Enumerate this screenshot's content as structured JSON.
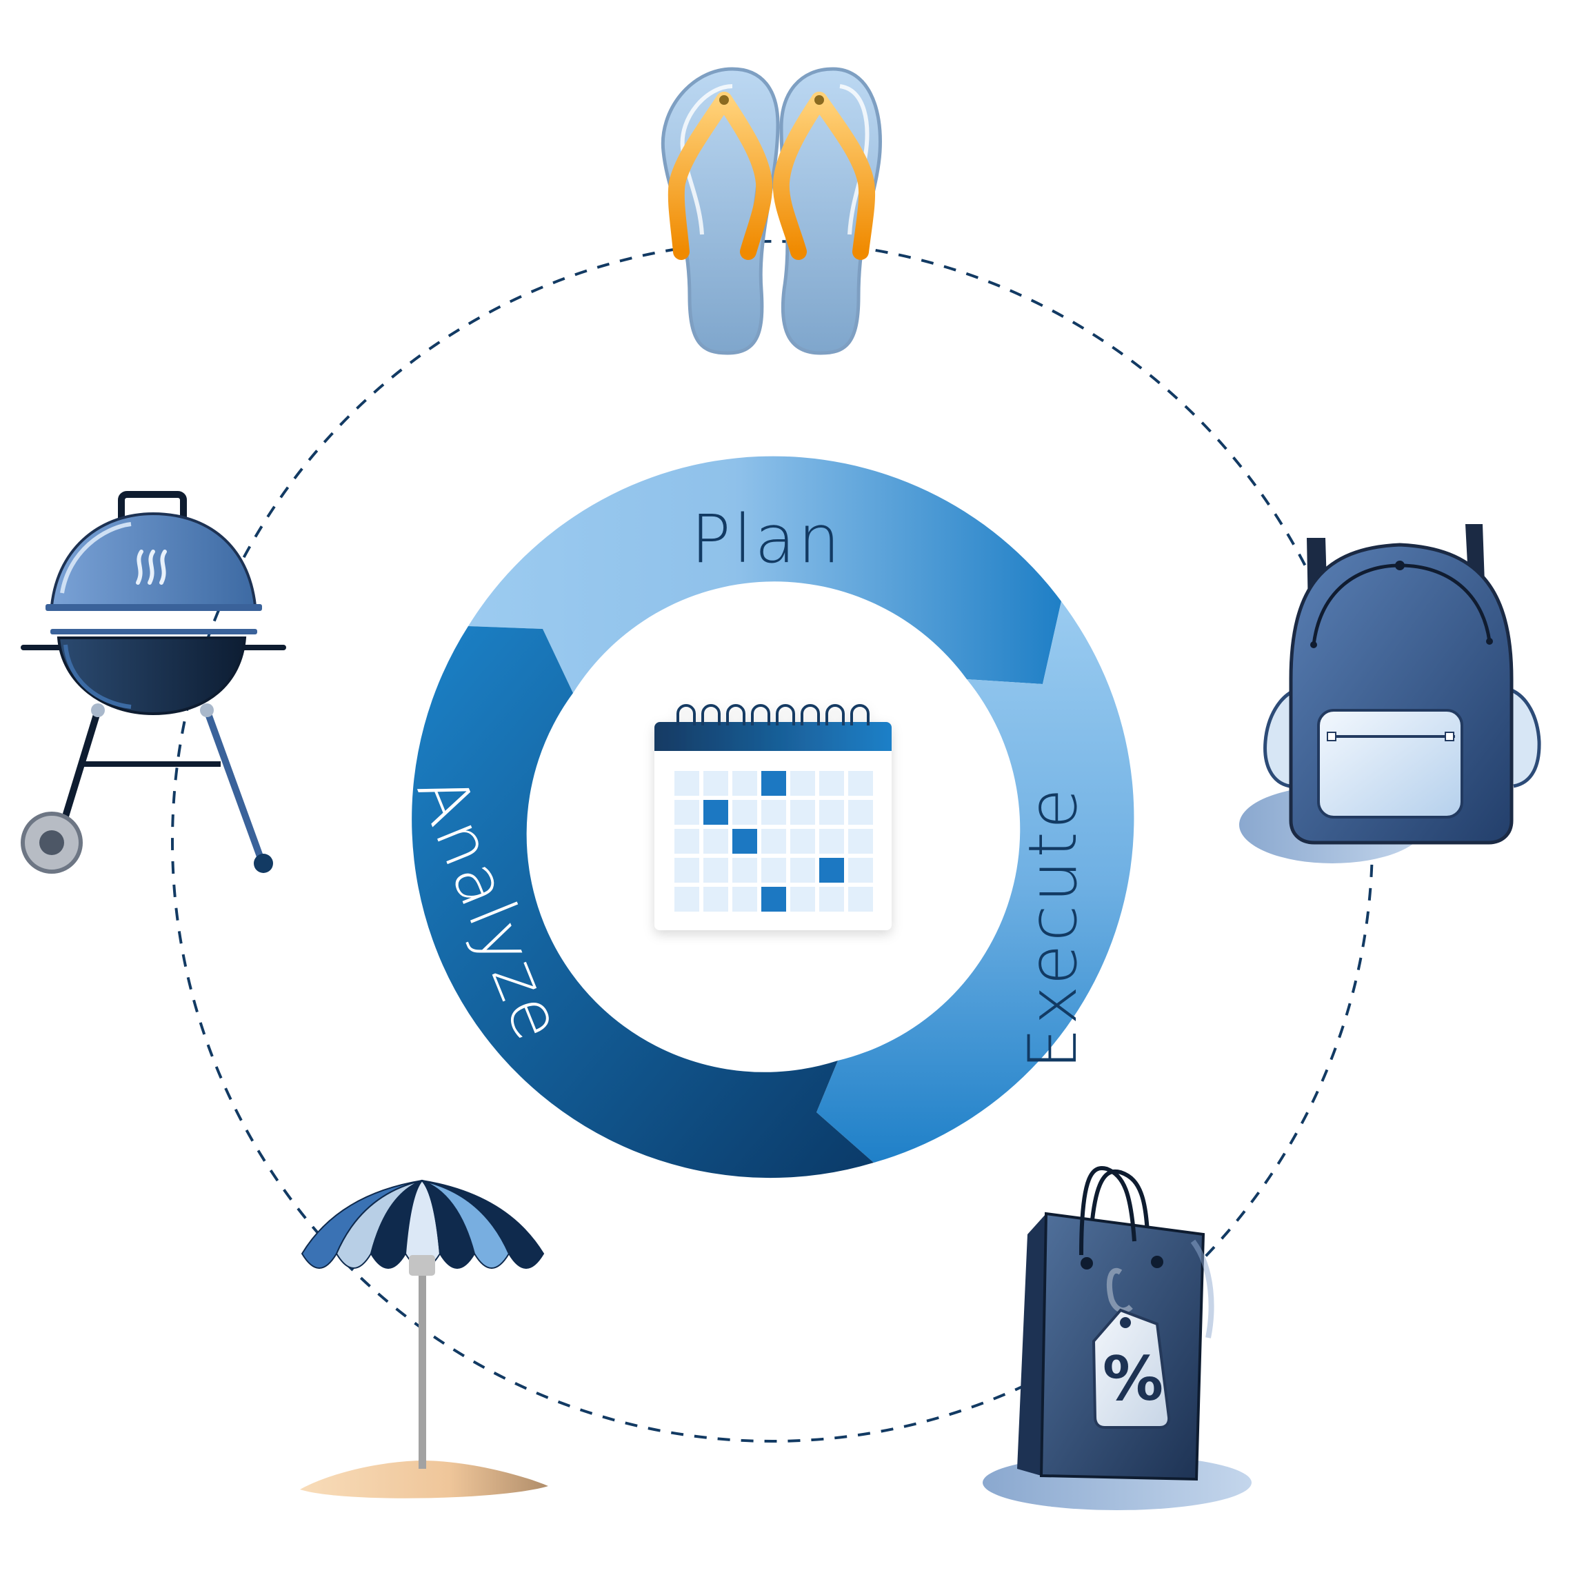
{
  "cycle": {
    "labels": [
      {
        "key": "plan",
        "text": "Plan",
        "color": "#123a63"
      },
      {
        "key": "execute",
        "text": "Execute",
        "color": "#123a63"
      },
      {
        "key": "analyze",
        "text": "Analyze",
        "color": "#ffffff"
      }
    ]
  },
  "icons": {
    "center": "calendar-icon",
    "top": "flip-flops-icon",
    "right": "backpack-icon",
    "bottom_right": "shopping-bag-icon",
    "bottom_left": "beach-umbrella-icon",
    "left": "grill-icon"
  },
  "shopping_bag": {
    "tag_text": "%"
  },
  "calendar": {
    "highlighted_cells": [
      [
        0,
        3
      ],
      [
        1,
        1
      ],
      [
        2,
        2
      ],
      [
        3,
        5
      ],
      [
        4,
        3
      ]
    ]
  },
  "colors": {
    "ring_light": "#93c4ec",
    "ring_mid": "#2a8ad1",
    "ring_dark": "#0d3f70",
    "navy": "#123a63",
    "sandal_blue": "#a9c8e8",
    "strap_orange": "#f7a21b",
    "sand": "#f3cfa4"
  }
}
